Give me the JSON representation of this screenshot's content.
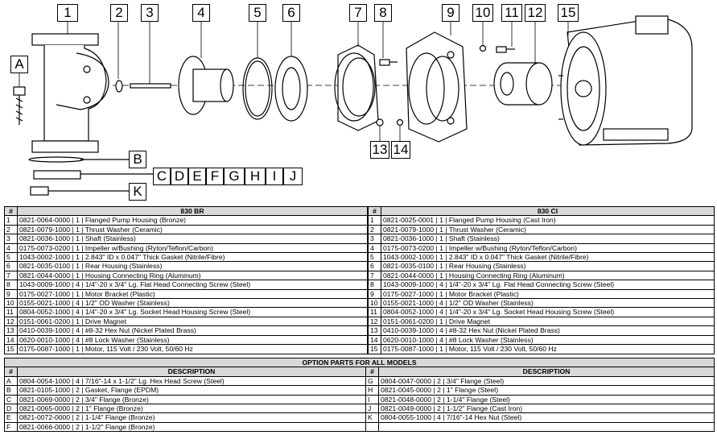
{
  "callouts": [
    "1",
    "2",
    "3",
    "4",
    "5",
    "6",
    "7",
    "8",
    "9",
    "10",
    "11",
    "12",
    "15",
    "13",
    "14",
    "A",
    "B",
    "C",
    "D",
    "E",
    "F",
    "G",
    "H",
    "I",
    "J",
    "K"
  ],
  "table_830br": {
    "title": "830 BR",
    "num_header": "#",
    "rows": [
      {
        "n": "1",
        "part": "0821-0064-0000",
        "qty": "1",
        "desc": "Flanged Pump Housing (Bronze)"
      },
      {
        "n": "2",
        "part": "0821-0079-1000",
        "qty": "1",
        "desc": "Thrust Washer (Ceramic)"
      },
      {
        "n": "3",
        "part": "0821-0036-1000",
        "qty": "1",
        "desc": "Shaft (Stainless)"
      },
      {
        "n": "4",
        "part": "0175-0073-0200",
        "qty": "1",
        "desc": "Impeller w/Bushing (Ryton/Teflon/Carbon)"
      },
      {
        "n": "5",
        "part": "1043-0002-1000",
        "qty": "1",
        "desc": "2.843\" ID x 0.047\" Thick Gasket (Nitrile/Fibre)"
      },
      {
        "n": "6",
        "part": "0821-0035-0100",
        "qty": "1",
        "desc": "Rear Housing (Stainless)"
      },
      {
        "n": "7",
        "part": "0821-0044-0000",
        "qty": "1",
        "desc": "Housing Connecting Ring (Aluminum)"
      },
      {
        "n": "8",
        "part": "1043-0009-1000",
        "qty": "4",
        "desc": "1/4\"-20 x 3/4\" Lg. Flat Head Connecting Screw (Steel)"
      },
      {
        "n": "9",
        "part": "0175-0027-1000",
        "qty": "1",
        "desc": "Motor Bracket (Plastic)"
      },
      {
        "n": "10",
        "part": "0155-0021-1000",
        "qty": "4",
        "desc": "1/2\" OD Washer (Stainless)"
      },
      {
        "n": "11",
        "part": "0804-0052-1000",
        "qty": "4",
        "desc": "1/4\"-20 x 3/4\" Lg. Socket Head Housing Screw (Steel)"
      },
      {
        "n": "12",
        "part": "0151-0061-0200",
        "qty": "1",
        "desc": "Drive Magnet"
      },
      {
        "n": "13",
        "part": "0410-0039-1000",
        "qty": "4",
        "desc": "#8-32 Hex Nut (Nickel Plated Brass)"
      },
      {
        "n": "14",
        "part": "0620-0010-1000",
        "qty": "4",
        "desc": "#8 Lock Washer (Stainless)"
      },
      {
        "n": "15",
        "part": "0175-0087-1000",
        "qty": "1",
        "desc": "Motor, 115 Volt / 230 Volt, 50/60 Hz"
      }
    ]
  },
  "table_830ci": {
    "title": "830 CI",
    "num_header": "#",
    "rows": [
      {
        "n": "1",
        "part": "0821-0025-0001",
        "qty": "1",
        "desc": "Flanged Pump Housing (Cast Iron)"
      },
      {
        "n": "2",
        "part": "0821-0079-1000",
        "qty": "1",
        "desc": "Thrust Washer (Ceramic)"
      },
      {
        "n": "3",
        "part": "0821-0036-1000",
        "qty": "1",
        "desc": "Shaft (Stainless)"
      },
      {
        "n": "4",
        "part": "0175-0073-0200",
        "qty": "1",
        "desc": "Impeller w/Bushing (Ryton/Teflon/Carbon)"
      },
      {
        "n": "5",
        "part": "1043-0002-1000",
        "qty": "1",
        "desc": "2.843\" ID x 0.047\" Thick Gasket (Nitrile/Fibre)"
      },
      {
        "n": "6",
        "part": "0821-0035-0100",
        "qty": "1",
        "desc": "Rear Housing (Stainless)"
      },
      {
        "n": "7",
        "part": "0821-0044-0000",
        "qty": "1",
        "desc": "Housing Connecting Ring (Aluminum)"
      },
      {
        "n": "8",
        "part": "1043-0009-1000",
        "qty": "4",
        "desc": "1/4\"-20 x 3/4\" Lg. Flat Head Connecting Screw (Steel)"
      },
      {
        "n": "9",
        "part": "0175-0027-1000",
        "qty": "1",
        "desc": "Motor Bracket (Plastic)"
      },
      {
        "n": "10",
        "part": "0155-0021-1000",
        "qty": "4",
        "desc": "1/2\" OD Washer (Stainless)"
      },
      {
        "n": "11",
        "part": "0804-0052-1000",
        "qty": "4",
        "desc": "1/4\"-20 x 3/4\" Lg. Socket Head Housing Screw (Steel)"
      },
      {
        "n": "12",
        "part": "0151-0061-0200",
        "qty": "1",
        "desc": "Drive Magnet"
      },
      {
        "n": "13",
        "part": "0410-0039-1000",
        "qty": "4",
        "desc": "#8-32 Hex Nut (Nickel Plated Brass)"
      },
      {
        "n": "14",
        "part": "0620-0010-1000",
        "qty": "4",
        "desc": "#8 Lock Washer (Stainless)"
      },
      {
        "n": "15",
        "part": "0175-0087-1000",
        "qty": "1",
        "desc": "Motor, 115 Volt / 230 Volt, 50/60 Hz"
      }
    ]
  },
  "options": {
    "title": "OPTION PARTS FOR ALL MODELS",
    "num_header": "#",
    "desc_header": "DESCRIPTION",
    "left": [
      {
        "n": "A",
        "part": "0804-0054-1000",
        "qty": "4",
        "desc": "7/16\"-14 x 1-1/2\" Lg. Hex Head Screw (Steel)"
      },
      {
        "n": "B",
        "part": "0821-0105-1000",
        "qty": "2",
        "desc": "Gasket, Flange (EPDM)"
      },
      {
        "n": "C",
        "part": "0821-0069-0000",
        "qty": "2",
        "desc": "3/4\" Flange (Bronze)"
      },
      {
        "n": "D",
        "part": "0821-0065-0000",
        "qty": "2",
        "desc": "1\" Flange (Bronze)"
      },
      {
        "n": "E",
        "part": "0821-0072-0000",
        "qty": "2",
        "desc": "1-1/4\" Flange (Bronze)"
      },
      {
        "n": "F",
        "part": "0821-0066-0000",
        "qty": "2",
        "desc": "1-1/2\" Flange (Bronze)"
      }
    ],
    "right": [
      {
        "n": "G",
        "part": "0804-0047-0000",
        "qty": "2",
        "desc": "3/4\" Flange (Steel)"
      },
      {
        "n": "H",
        "part": "0821-0045-0000",
        "qty": "2",
        "desc": "1\" Flange (Steel)"
      },
      {
        "n": "I",
        "part": "0821-0048-0000",
        "qty": "2",
        "desc": "1-1/4\" Flange (Steel)"
      },
      {
        "n": "J",
        "part": "0821-0049-0000",
        "qty": "2",
        "desc": "1-1/2\" Flange (Cast Iron)"
      },
      {
        "n": "K",
        "part": "0804-0055-1000",
        "qty": "4",
        "desc": "7/16\"-14 Hex Nut (Steel)"
      }
    ]
  }
}
